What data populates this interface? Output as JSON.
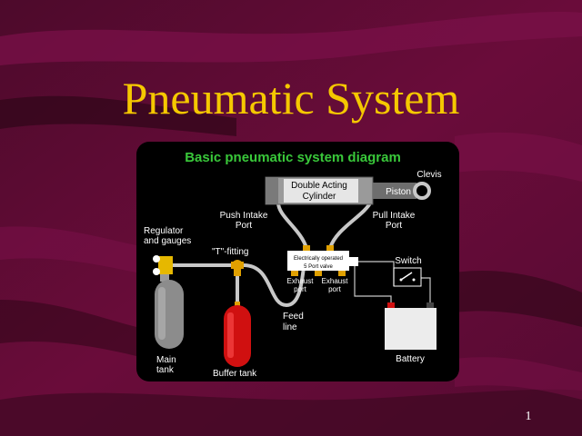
{
  "slide": {
    "title": "Pneumatic System",
    "page_number": "1"
  },
  "diagram": {
    "heading": "Basic pneumatic system diagram",
    "labels": {
      "clevis": "Clevis",
      "cylinder_line1": "Double Acting",
      "cylinder_line2": "Cylinder",
      "piston": "Piston",
      "push_port_line1": "Push Intake",
      "push_port_line2": "Port",
      "pull_port_line1": "Pull Intake",
      "pull_port_line2": "Port",
      "regulator_line1": "Regulator",
      "regulator_line2": "and gauges",
      "t_fitting": "\"T\"-fitting",
      "valve_line1": "Electrically operated",
      "valve_line2": "5 Port valve",
      "exhaust1_line1": "Exhaust",
      "exhaust1_line2": "port",
      "exhaust2_line1": "Exhaust",
      "exhaust2_line2": "port",
      "switch": "Switch",
      "feed_line1": "Feed",
      "feed_line2": "line",
      "main_tank_line1": "Main",
      "main_tank_line2": "tank",
      "buffer_tank": "Buffer tank",
      "battery": "Battery"
    }
  },
  "colors": {
    "background": "#5a0a30",
    "title": "#f5c800",
    "diagram_bg": "#000000",
    "heading": "#39c83a",
    "tube": "#c8c8c8",
    "fitting": "#e0a000",
    "buffer_tank": "#d01010",
    "main_tank": "#8c8c8c",
    "battery_terminal_red": "#d01010"
  }
}
